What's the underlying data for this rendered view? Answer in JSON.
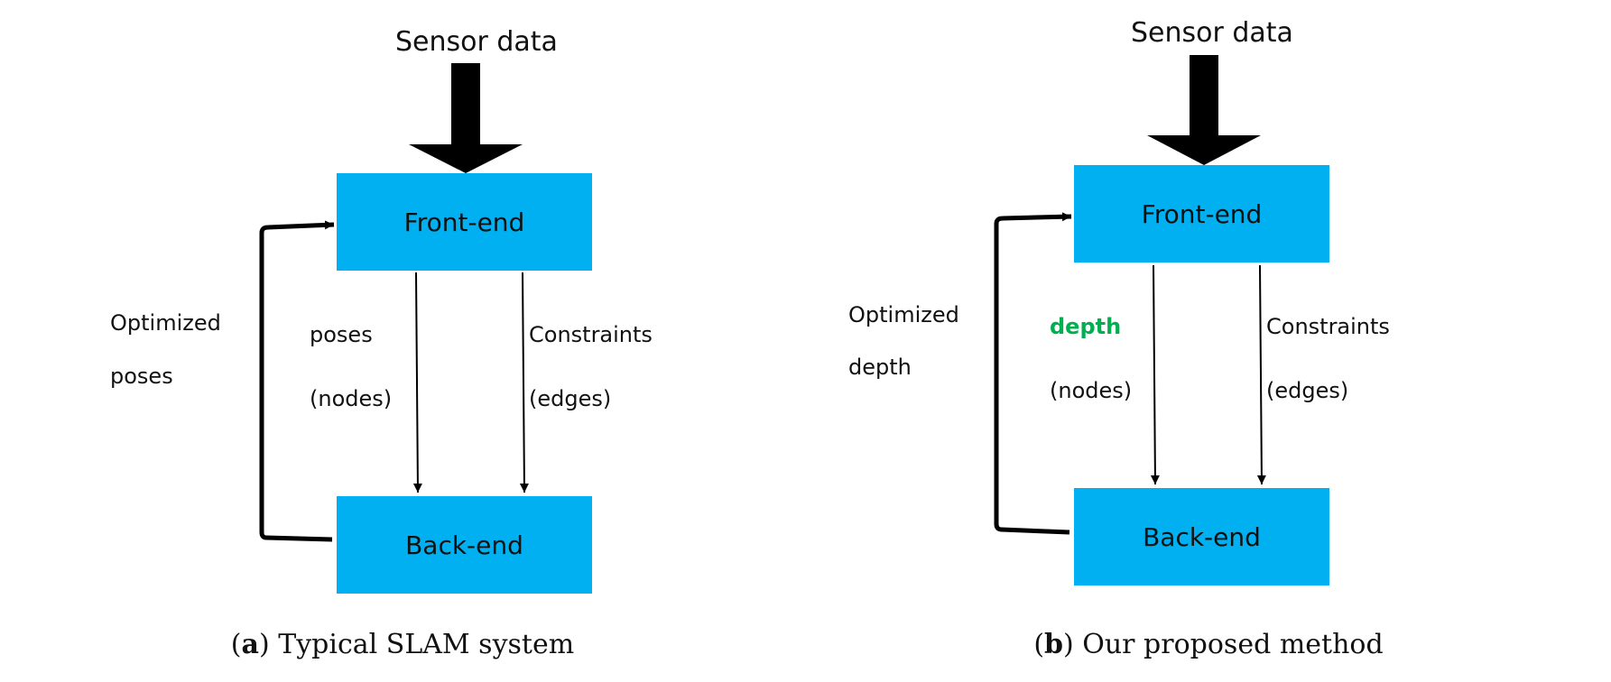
{
  "figure_a": {
    "input_label": "Sensor data",
    "front_end": "Front-end",
    "back_end": "Back-end",
    "feedback_label_line1": "Optimized",
    "feedback_label_line2": "poses",
    "nodes_label_line1": "poses",
    "nodes_label_line2": "(nodes)",
    "edges_label_line1": "Constraints",
    "edges_label_line2": "(edges)",
    "caption_letter": "a",
    "caption_text": "Typical SLAM system"
  },
  "figure_b": {
    "input_label": "Sensor data",
    "front_end": "Front-end",
    "back_end": "Back-end",
    "feedback_label_line1": "Optimized",
    "feedback_label_line2": "depth",
    "nodes_label_line1": "depth",
    "nodes_label_line2": "(nodes)",
    "edges_label_line1": "Constraints",
    "edges_label_line2": "(edges)",
    "caption_letter": "b",
    "caption_text": "Our proposed method"
  },
  "colors": {
    "box_fill": "#00b0f0",
    "highlight_text": "#00b050",
    "arrow": "#000000"
  }
}
